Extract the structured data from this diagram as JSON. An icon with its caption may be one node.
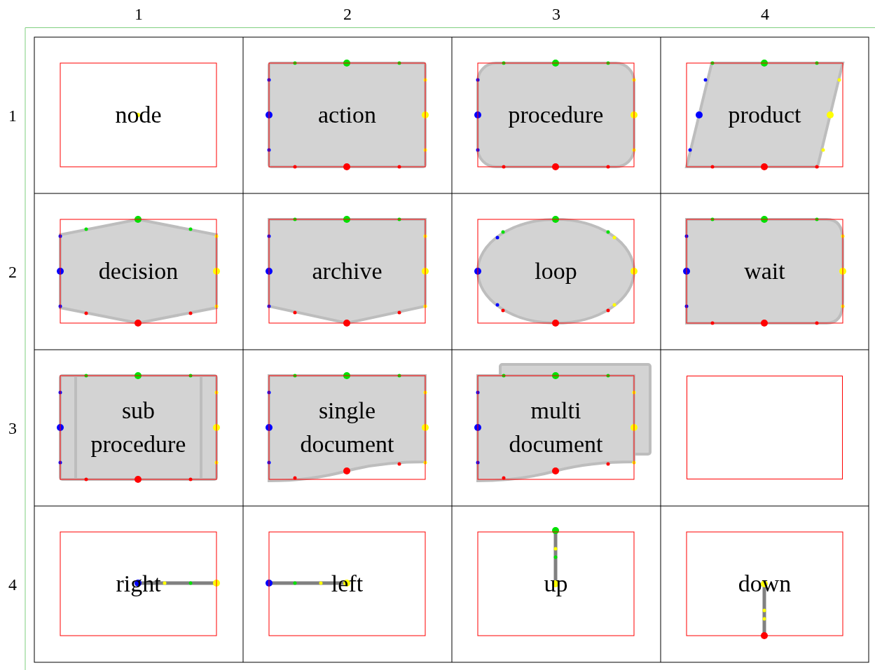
{
  "diagram": {
    "nodes": [
      {
        "text": [
          "node"
        ]
      },
      {
        "text": [
          "action"
        ]
      },
      {
        "text": [
          "procedure"
        ]
      },
      {
        "text": [
          "product"
        ]
      },
      {
        "text": [
          "decision"
        ]
      },
      {
        "text": [
          "archive"
        ]
      },
      {
        "text": [
          "loop"
        ]
      },
      {
        "text": [
          "wait"
        ]
      },
      {
        "text": [
          "sub procedure"
        ]
      },
      {
        "text": [
          "single document"
        ]
      },
      {
        "text": [
          "multi document"
        ]
      },
      {
        "text": [],
        "shape": "box"
      },
      {
        "text": [
          "right"
        ]
      },
      {
        "text": [
          "left"
        ]
      },
      {
        "text": [
          "up"
        ]
      },
      {
        "text": [
          "down"
        ]
      }
    ],
    "labels": [
      "1",
      "2",
      "3",
      "4",
      "1",
      "2",
      "3",
      "4"
    ]
  }
}
